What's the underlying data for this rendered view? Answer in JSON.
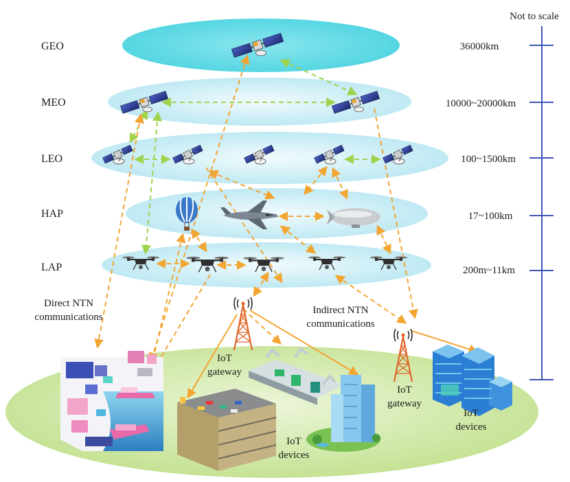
{
  "scale_note": "Not to scale",
  "layers": [
    {
      "name": "GEO",
      "altitude": "36000km"
    },
    {
      "name": "MEO",
      "altitude": "10000~20000km"
    },
    {
      "name": "LEO",
      "altitude": "100~1500km"
    },
    {
      "name": "HAP",
      "altitude": "17~100km"
    },
    {
      "name": "LAP",
      "altitude": "200m~11km"
    }
  ],
  "annotations": {
    "direct_line1": "Direct NTN",
    "direct_line2": "communications",
    "indirect_line1": "Indirect NTN",
    "indirect_line2": "communications",
    "gateway_left_line1": "IoT",
    "gateway_left_line2": "gateway",
    "gateway_right_line1": "IoT",
    "gateway_right_line2": "gateway",
    "devices_center_line1": "IoT",
    "devices_center_line2": "devices",
    "devices_right_line1": "IoT",
    "devices_right_line2": "devices"
  },
  "icons": [
    "satellite-icon",
    "hot-air-balloon-icon",
    "stratospheric-aircraft-icon",
    "airship-icon",
    "drone-icon",
    "cell-tower-icon",
    "port-city-icon",
    "parking-garage-icon",
    "smart-factory-icon",
    "skyscraper-icon",
    "data-center-icon"
  ],
  "colors": {
    "layer_fill_geo": "#57d8e4",
    "layer_fill_other": "#c9eff6",
    "ground_fill": "#cde8a3",
    "link_orange": "#f2a531",
    "link_green": "#9fd34c",
    "scale_bar": "#3b55b6",
    "tower": "#e0662a"
  }
}
